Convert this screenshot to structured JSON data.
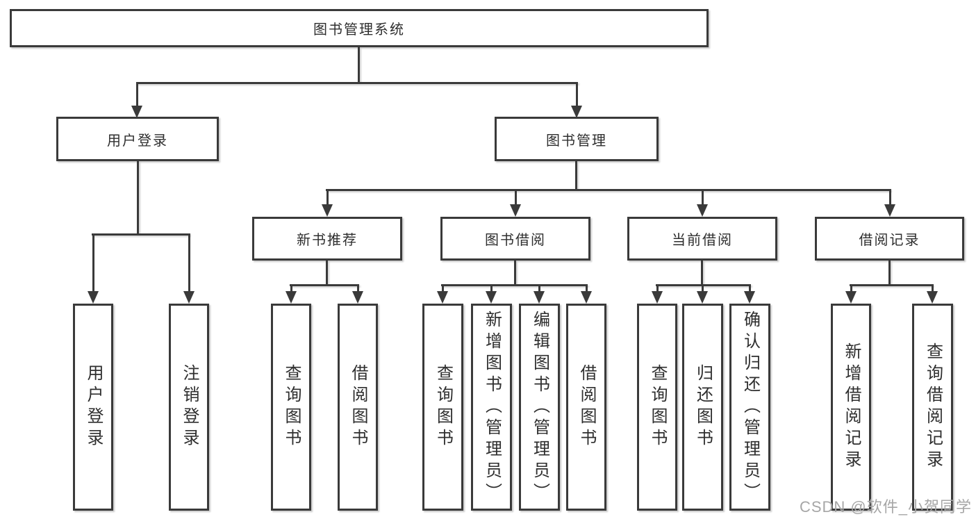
{
  "diagram": {
    "root": {
      "label": "图书管理系统"
    },
    "branches": [
      {
        "label": "用户登录",
        "children": [
          {
            "label": "用户登录"
          },
          {
            "label": "注销登录"
          }
        ]
      },
      {
        "label": "图书管理",
        "children": [
          {
            "label": "新书推荐",
            "children": [
              {
                "label": "查询图书"
              },
              {
                "label": "借阅图书"
              }
            ]
          },
          {
            "label": "图书借阅",
            "children": [
              {
                "label": "查询图书"
              },
              {
                "label": "新增图书（管理员）"
              },
              {
                "label": "编辑图书（管理员）"
              },
              {
                "label": "借阅图书"
              }
            ]
          },
          {
            "label": "当前借阅",
            "children": [
              {
                "label": "查询图书"
              },
              {
                "label": "归还图书"
              },
              {
                "label": "确认归还（管理员）"
              }
            ]
          },
          {
            "label": "借阅记录",
            "children": [
              {
                "label": "新增借阅记录"
              },
              {
                "label": "查询借阅记录"
              }
            ]
          }
        ]
      }
    ]
  },
  "watermark": {
    "text": "CSDN @软件_小贺同学"
  },
  "colors": {
    "line": "#3a3a3a",
    "text": "#2e2e2e",
    "watermark": "#a6a6a6",
    "background": "#ffffff"
  }
}
